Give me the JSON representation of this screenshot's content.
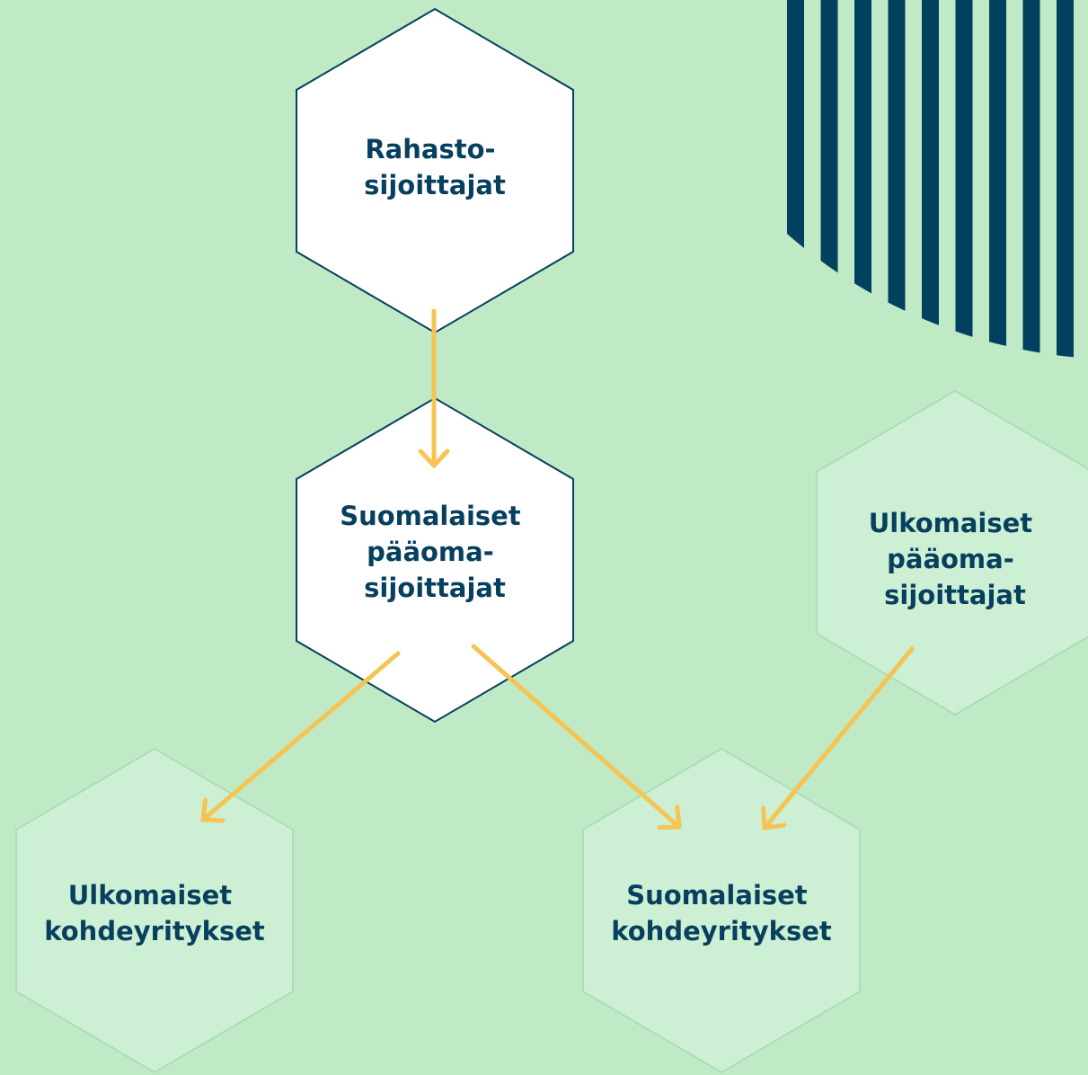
{
  "colors": {
    "background": "#bfeac5",
    "node_primary_fill": "#ffffff",
    "node_primary_stroke": "#073f5f",
    "node_secondary_fill": "#cdefd3",
    "node_secondary_stroke": "#a5d9b2",
    "arrow": "#f6c453",
    "stripes": "#01405e",
    "text": "#073f5f"
  },
  "nodes": {
    "rahasto": {
      "lines": [
        "Rahasto-",
        "sijoittajat"
      ],
      "style": "primary"
    },
    "suomalaiset_paaoma": {
      "lines": [
        "Suomalaiset",
        "pääoma-",
        "sijoittajat"
      ],
      "style": "primary"
    },
    "ulkomaiset_paaoma": {
      "lines": [
        "Ulkomaiset",
        "pääoma-",
        "sijoittajat"
      ],
      "style": "secondary"
    },
    "ulkomaiset_kohde": {
      "lines": [
        "Ulkomaiset",
        "kohdeyritykset"
      ],
      "style": "secondary"
    },
    "suomalaiset_kohde": {
      "lines": [
        "Suomalaiset",
        "kohdeyritykset"
      ],
      "style": "secondary"
    }
  },
  "edges": [
    {
      "from": "rahasto",
      "to": "suomalaiset_paaoma"
    },
    {
      "from": "suomalaiset_paaoma",
      "to": "ulkomaiset_kohde"
    },
    {
      "from": "suomalaiset_paaoma",
      "to": "suomalaiset_kohde"
    },
    {
      "from": "ulkomaiset_paaoma",
      "to": "suomalaiset_kohde"
    }
  ],
  "decoration": "striped-quarter-circle"
}
